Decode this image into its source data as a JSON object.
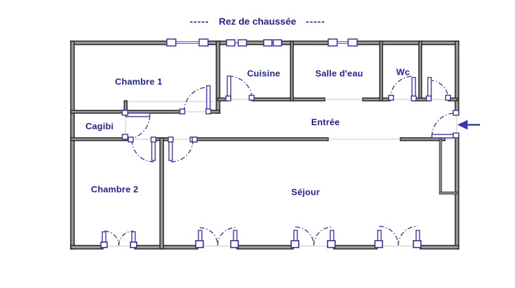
{
  "title": {
    "dash_left": "-----",
    "text": "Rez de chaussée",
    "dash_right": "-----"
  },
  "rooms": {
    "chambre1": "Chambre 1",
    "cuisine": "Cuisine",
    "salle_deau": "Salle d'eau",
    "wc": "Wc",
    "cagibi": "Cagibi",
    "entree": "Entrée",
    "chambre2": "Chambre 2",
    "sejour": "Séjour"
  },
  "icons": {
    "entrance_arrow": "left-arrow"
  },
  "colors": {
    "label_text": "#2121a5",
    "wall_edge": "#2e2e2e",
    "wall_core": "#9a9a9a",
    "door_blue": "#4343c0",
    "arc_navy": "#2d2da8",
    "arrow_blue": "#3535bb",
    "threshold_gray": "#c7c7c7",
    "background": "#ffffff"
  }
}
